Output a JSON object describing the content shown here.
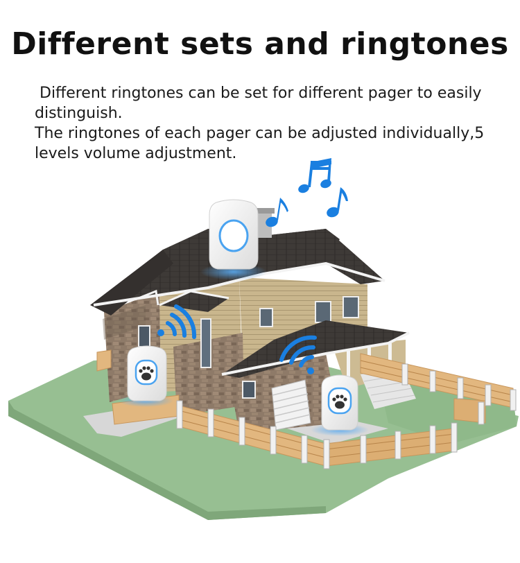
{
  "title": "Different sets and ringtones",
  "description": {
    "line1": " Different ringtones can be set for different pager to easily distinguish.",
    "line2": "The ringtones of each pager can be adjusted individually,5 levels volume adjustment."
  },
  "illustration": {
    "subject": "house with doorbell pagers",
    "icons": [
      "music-notes-icon",
      "wifi-signal-icon",
      "paw-icon"
    ],
    "colors": {
      "lawn": "#97bf92",
      "roof": "#3e3a37",
      "wall": "#c8b48a",
      "stone": "#8b7766",
      "fence": "#e2b77f",
      "accent_blue": "#1a7fe0"
    }
  }
}
